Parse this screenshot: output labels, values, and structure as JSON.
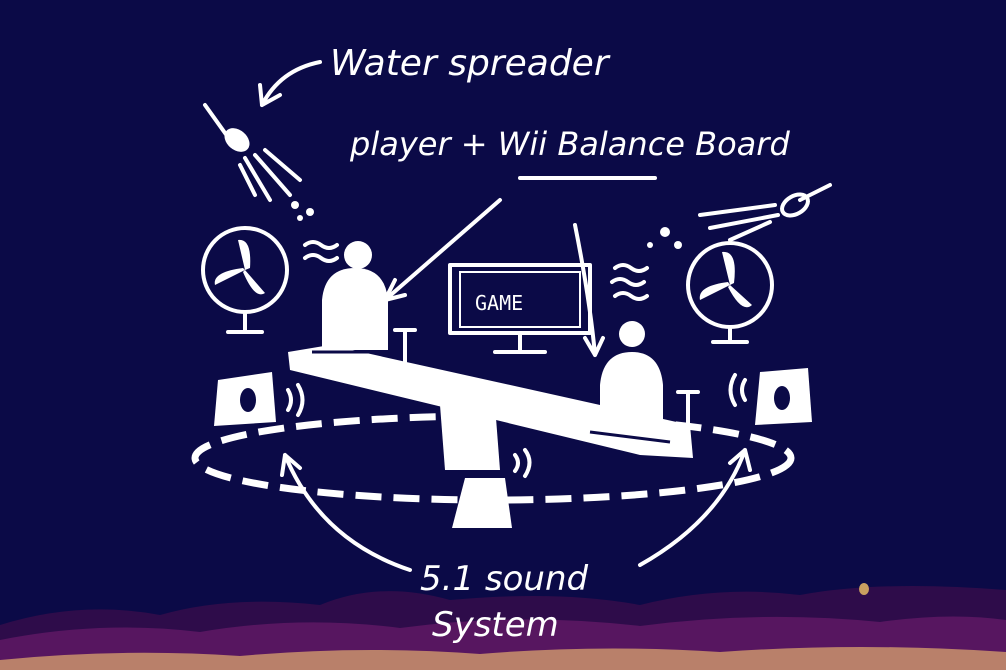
{
  "labels": {
    "water_spreader": "Water spreader",
    "player_board": "player + Wii Balance Board",
    "game": "GAME",
    "sound_line1": "5.1 sound",
    "sound_line2": "System"
  },
  "colors": {
    "background": "#0b0a47",
    "ink": "#ffffff",
    "hills_dark": "#3a0f4f",
    "hills_mid": "#5a1763",
    "hills_light": "#c9906a"
  }
}
